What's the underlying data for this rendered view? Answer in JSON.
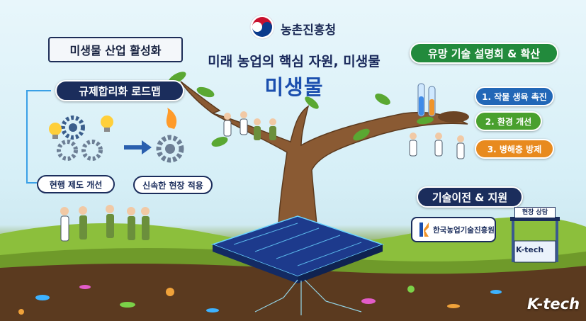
{
  "header": {
    "org_name": "농촌진흥청",
    "main_title": "미래 농업의 핵심 자원, 미생물",
    "sub_title": "미생물"
  },
  "left": {
    "banner": "미생물 산업 활성화",
    "roadmap": "규제합리화 로드맵",
    "reform": "현행 제도 개선",
    "apply": "신속한 현장 적용"
  },
  "right": {
    "tech_brief": "유망 기술 설명회 & 확산",
    "benefits": [
      "1. 작물 생육 촉진",
      "2. 환경 개선",
      "3. 병해충 방제"
    ],
    "tech_transfer": "기술이전 & 지원",
    "krda": "한국농업기술진흥원",
    "kiosk_sign": "현장 상담",
    "kiosk_brand": "K-tech"
  },
  "footer": {
    "brand": "K-tech"
  },
  "colors": {
    "navy": "#1b2d5c",
    "green": "#228a3c",
    "blue": "#2267b7",
    "lightgreen": "#49a02e",
    "orange": "#e88a1e",
    "chip": "#1d3a8c"
  }
}
